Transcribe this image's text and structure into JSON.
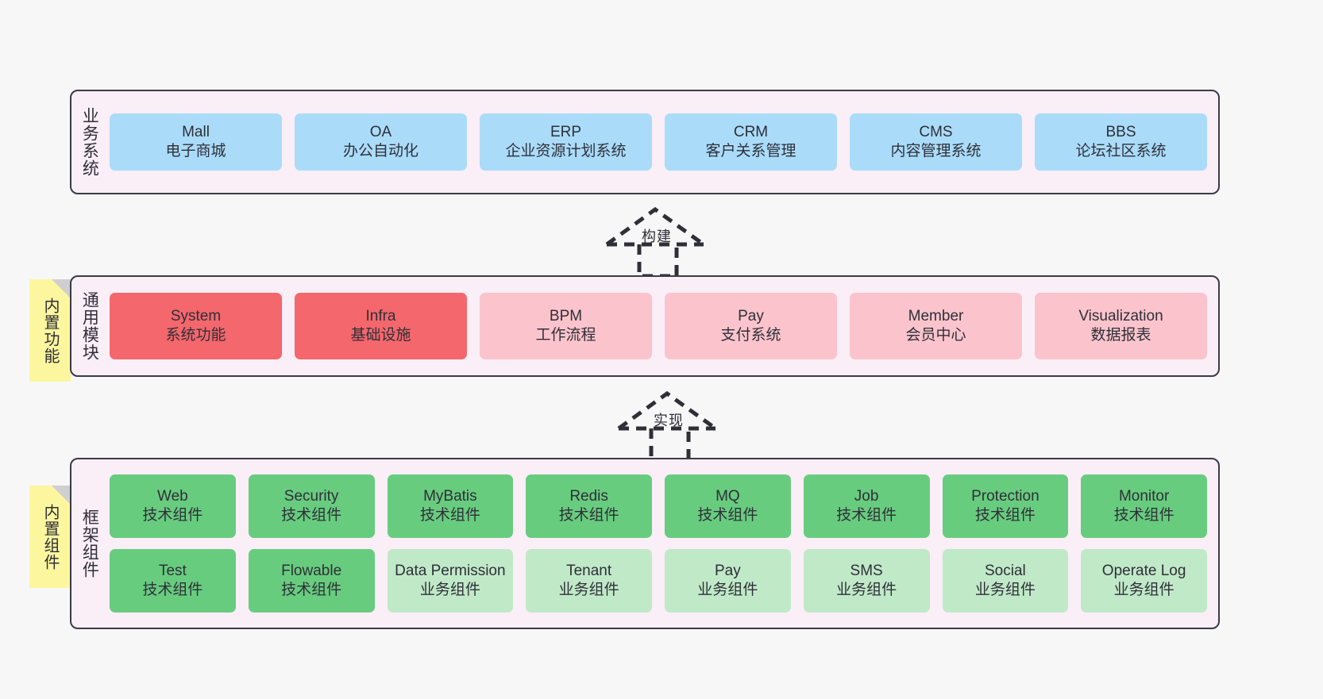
{
  "diagram": {
    "background_color": "#f7f7f7",
    "layer_fill": "#faeef7",
    "layer_border": "#3b3b48",
    "sticky_color": "#fcf69f",
    "colors": {
      "business": "#aadcfa",
      "module_primary": "#f4676c",
      "module_secondary": "#fbc4cd",
      "tech_component": "#68cc7f",
      "business_component": "#c0e9c8"
    }
  },
  "layers": [
    {
      "id": "business",
      "title": "业务系统",
      "rows": [
        {
          "boxes": [
            {
              "en": "Mall",
              "cn": "电子商城",
              "color": "blue"
            },
            {
              "en": "OA",
              "cn": "办公自动化",
              "color": "blue"
            },
            {
              "en": "ERP",
              "cn": "企业资源计划系统",
              "color": "blue"
            },
            {
              "en": "CRM",
              "cn": "客户关系管理",
              "color": "blue"
            },
            {
              "en": "CMS",
              "cn": "内容管理系统",
              "color": "blue"
            },
            {
              "en": "BBS",
              "cn": "论坛社区系统",
              "color": "blue"
            }
          ]
        }
      ]
    },
    {
      "id": "modules",
      "title": "通用模块",
      "sticky": "内置功能",
      "rows": [
        {
          "boxes": [
            {
              "en": "System",
              "cn": "系统功能",
              "color": "red"
            },
            {
              "en": "Infra",
              "cn": "基础设施",
              "color": "red"
            },
            {
              "en": "BPM",
              "cn": "工作流程",
              "color": "pink"
            },
            {
              "en": "Pay",
              "cn": "支付系统",
              "color": "pink"
            },
            {
              "en": "Member",
              "cn": "会员中心",
              "color": "pink"
            },
            {
              "en": "Visualization",
              "cn": "数据报表",
              "color": "pink"
            }
          ]
        }
      ]
    },
    {
      "id": "framework",
      "title": "框架组件",
      "sticky": "内置组件",
      "rows": [
        {
          "boxes": [
            {
              "en": "Web",
              "cn": "技术组件",
              "color": "green"
            },
            {
              "en": "Security",
              "cn": "技术组件",
              "color": "green"
            },
            {
              "en": "MyBatis",
              "cn": "技术组件",
              "color": "green"
            },
            {
              "en": "Redis",
              "cn": "技术组件",
              "color": "green"
            },
            {
              "en": "MQ",
              "cn": "技术组件",
              "color": "green"
            },
            {
              "en": "Job",
              "cn": "技术组件",
              "color": "green"
            },
            {
              "en": "Protection",
              "cn": "技术组件",
              "color": "green"
            },
            {
              "en": "Monitor",
              "cn": "技术组件",
              "color": "green"
            }
          ]
        },
        {
          "boxes": [
            {
              "en": "Test",
              "cn": "技术组件",
              "color": "green"
            },
            {
              "en": "Flowable",
              "cn": "技术组件",
              "color": "green"
            },
            {
              "en": "Data Permission",
              "cn": "业务组件",
              "color": "green-light"
            },
            {
              "en": "Tenant",
              "cn": "业务组件",
              "color": "green-light"
            },
            {
              "en": "Pay",
              "cn": "业务组件",
              "color": "green-light"
            },
            {
              "en": "SMS",
              "cn": "业务组件",
              "color": "green-light"
            },
            {
              "en": "Social",
              "cn": "业务组件",
              "color": "green-light"
            },
            {
              "en": "Operate Log",
              "cn": "业务组件",
              "color": "green-light"
            }
          ]
        }
      ]
    }
  ],
  "connectors": [
    {
      "id": "build",
      "label": "构建"
    },
    {
      "id": "implement",
      "label": "实现"
    }
  ]
}
